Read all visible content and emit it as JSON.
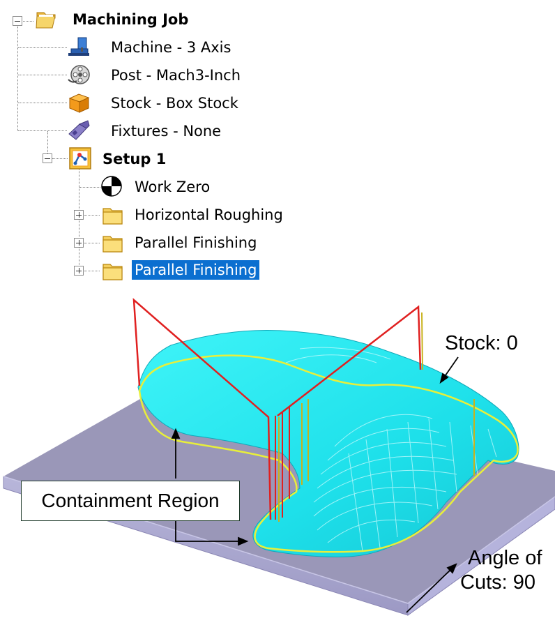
{
  "tree": {
    "root_label": "Machining Job",
    "machine_label": "Machine - 3 Axis",
    "post_label": "Post - Mach3-Inch",
    "stock_label": "Stock - Box Stock",
    "fixtures_label": "Fixtures - None",
    "setup_label": "Setup 1",
    "work_zero_label": "Work Zero",
    "op1_label": "Horizontal Roughing",
    "op2_label": "Parallel Finishing",
    "op3_label": "Parallel Finishing",
    "selected_item": "Parallel Finishing"
  },
  "annotations": {
    "stock_label": "Stock: 0",
    "containment_label": "Containment Region",
    "angle_line1": "Angle of",
    "angle_line2": "Cuts: 90"
  },
  "colors": {
    "selection": "#0b6fd0",
    "stock_plate": "#9a97b8",
    "part_surface": "#22e6ee",
    "containment_boundary": "#e8ef3a",
    "rapid_moves": "#e02020"
  }
}
